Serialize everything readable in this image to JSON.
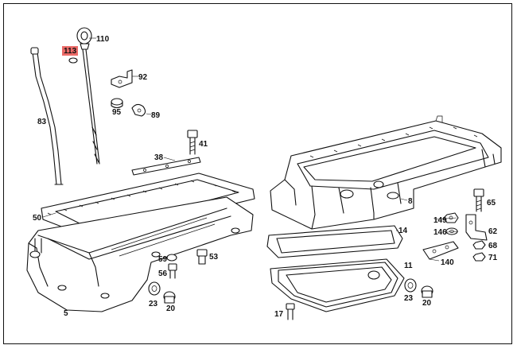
{
  "diagram": {
    "highlight_color": "#e53935",
    "highlighted_part": "113",
    "callouts": {
      "p110": "110",
      "p113": "113",
      "p92": "92",
      "p95": "95",
      "p89": "89",
      "p83": "83",
      "p41": "41",
      "p38": "38",
      "p50": "50",
      "p8": "8",
      "p65": "65",
      "p149": "149",
      "p62": "62",
      "p146": "146",
      "p68": "68",
      "p71": "71",
      "p14": "14",
      "p140": "140",
      "p59": "59",
      "p56": "56",
      "p53": "53",
      "p11": "11",
      "p23a": "23",
      "p20a": "20",
      "p23b": "23",
      "p20b": "20",
      "p5": "5",
      "p17": "17"
    }
  }
}
